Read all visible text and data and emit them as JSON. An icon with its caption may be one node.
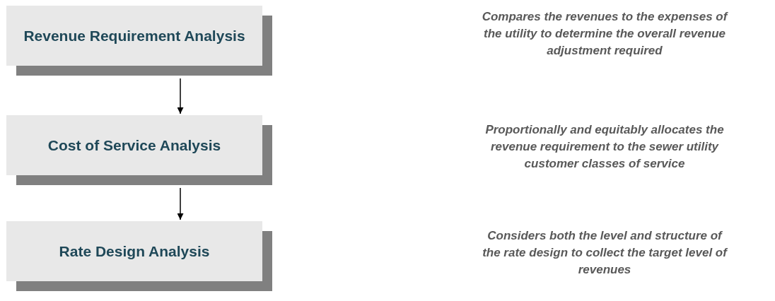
{
  "diagram": {
    "nodes": [
      {
        "text": [
          "Revenue Requirement Analysis"
        ]
      },
      {
        "text": [
          "Cost of Service Analysis"
        ]
      },
      {
        "text": [
          "Rate Design Analysis"
        ]
      }
    ],
    "edges": [
      {
        "from": 0,
        "to": 1,
        "arrow": "to"
      },
      {
        "from": 1,
        "to": 2,
        "arrow": "to"
      }
    ],
    "labels": [
      "Compares the revenues to the expenses of the utility to determine the overall revenue adjustment required",
      "Proportionally and equitably allocates the revenue requirement to the sewer utility customer classes of service",
      "Considers both the level and structure of the rate design to collect the target level of revenues"
    ]
  }
}
